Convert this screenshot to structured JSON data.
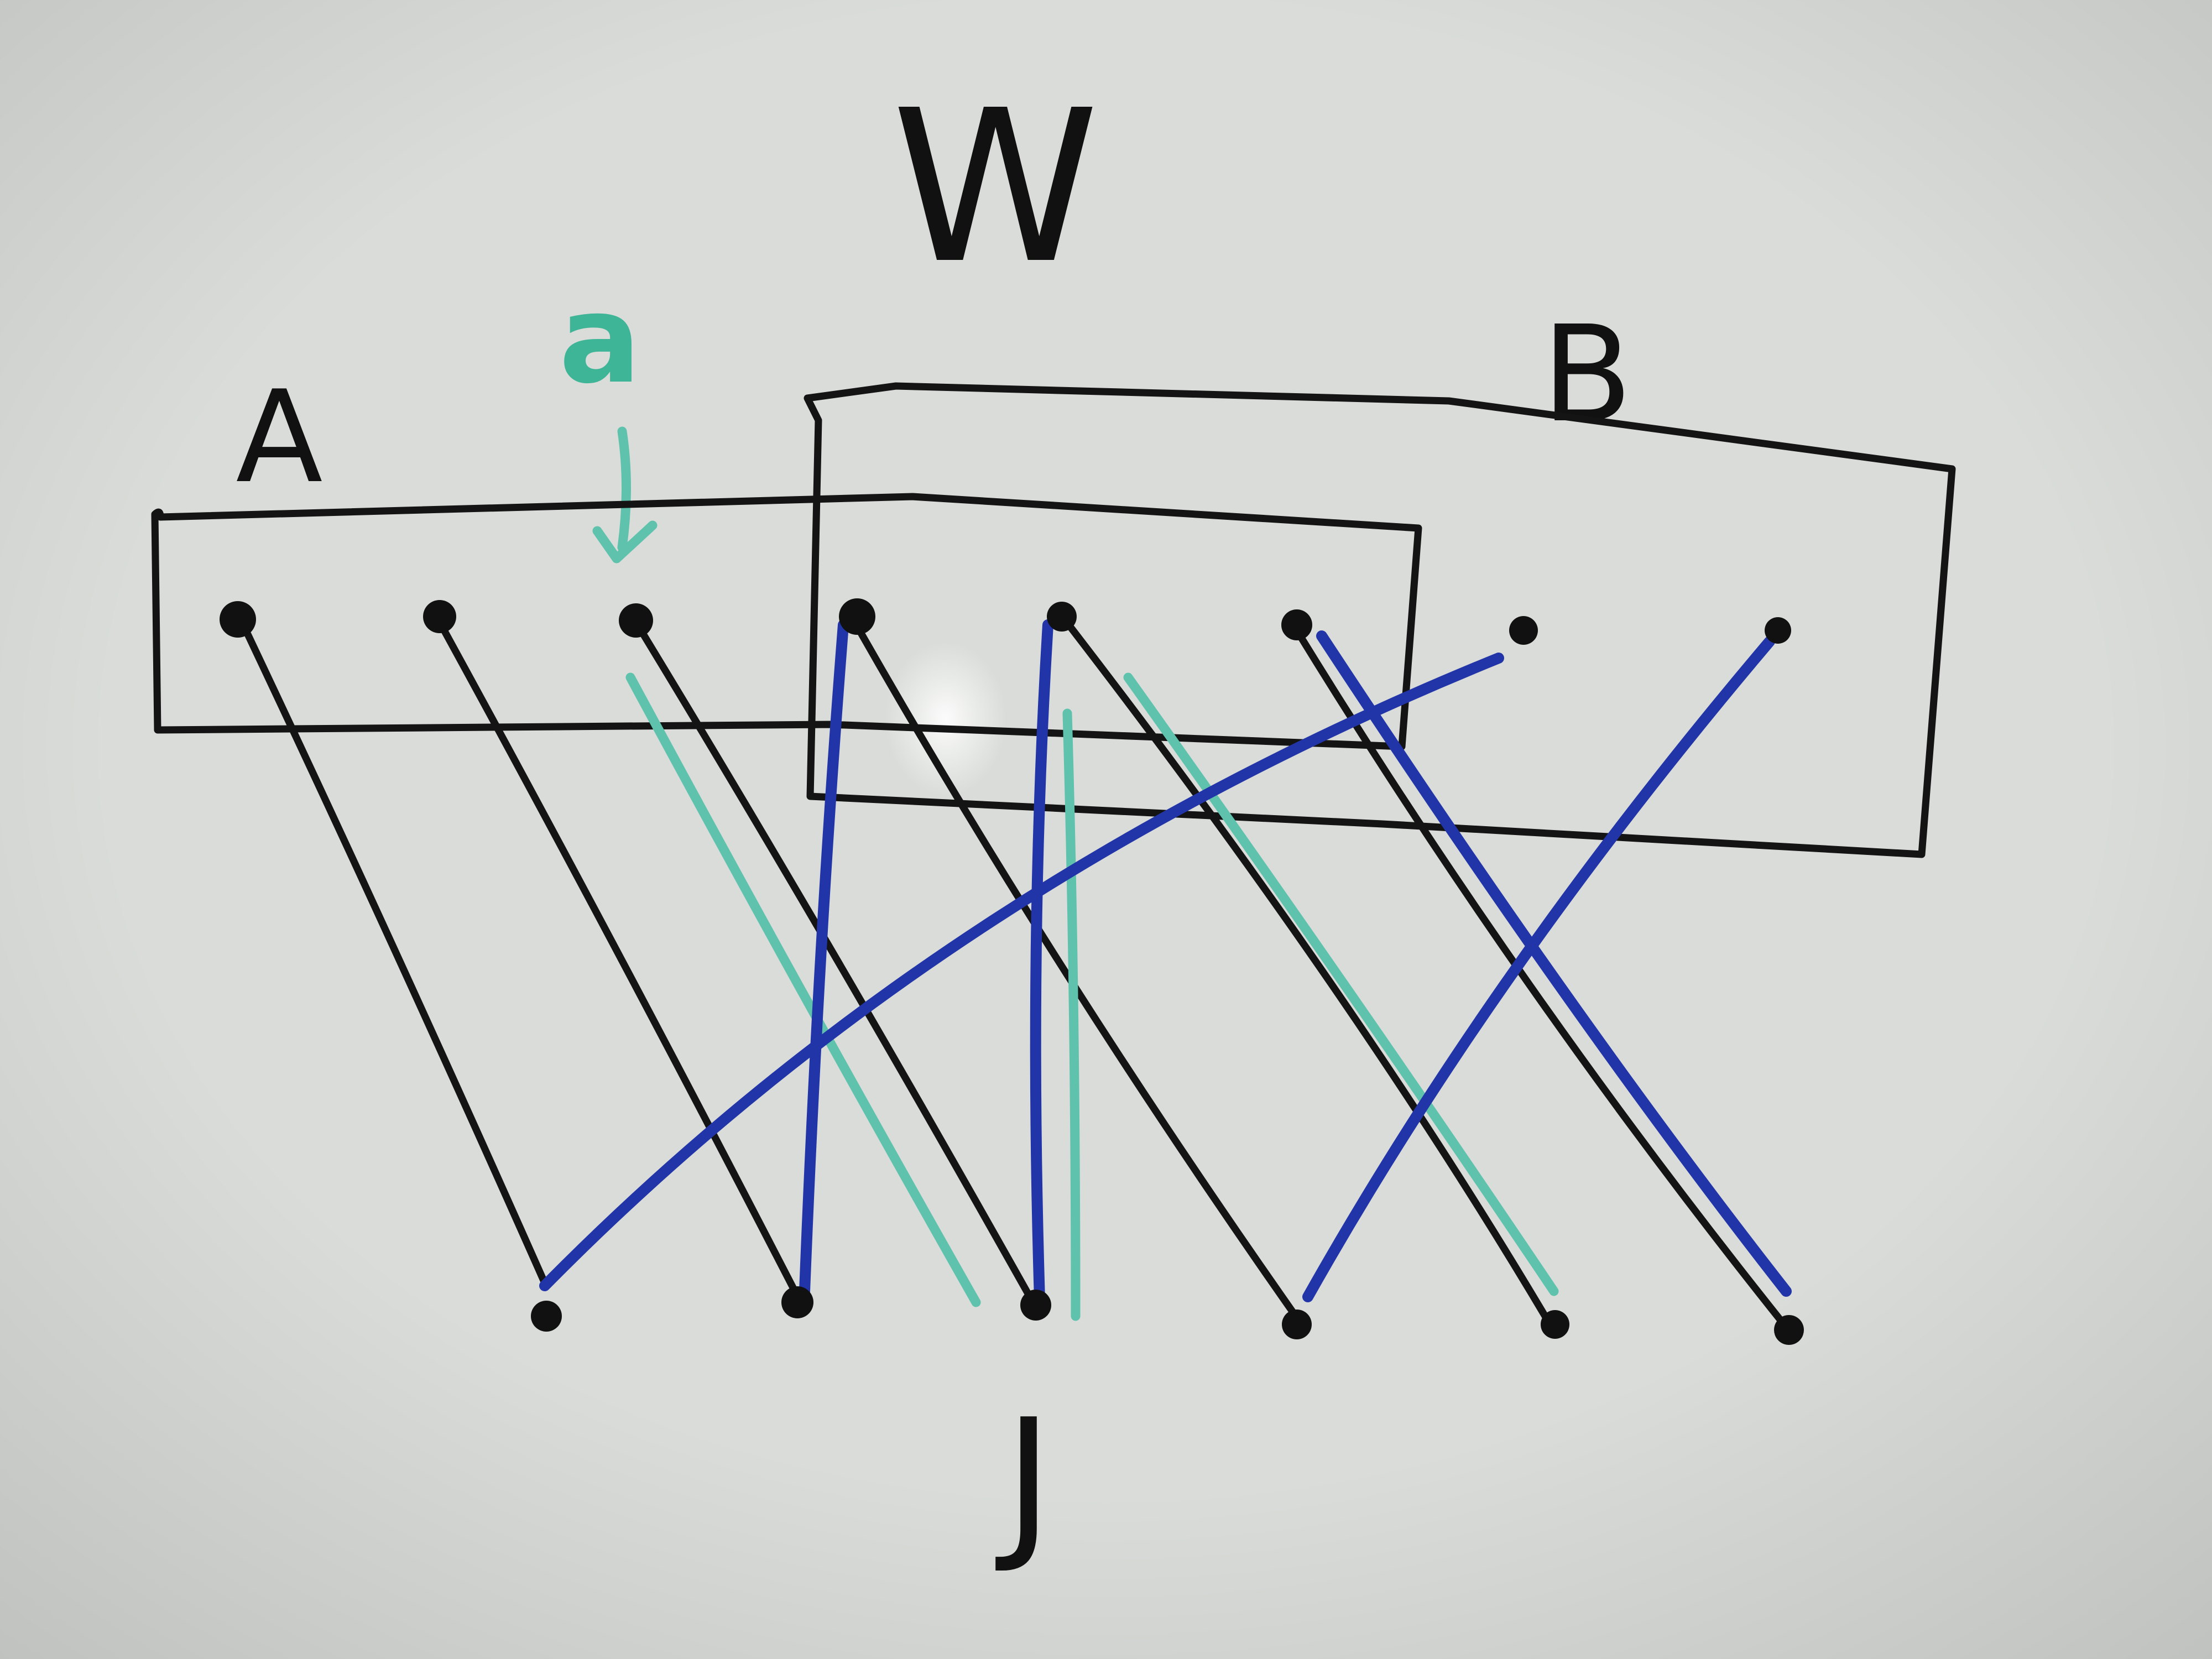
{
  "labels": {
    "top": "W",
    "set_a": "A",
    "set_b": "B",
    "marker": "a",
    "bottom": "J"
  },
  "nodes": {
    "top_row_count": 8,
    "bottom_row_count": 6
  },
  "colors": {
    "board": "#d9dcd8",
    "black_ink": "#141414",
    "blue_ink": "#2235a8",
    "teal_ink": "#5fc2ad"
  }
}
